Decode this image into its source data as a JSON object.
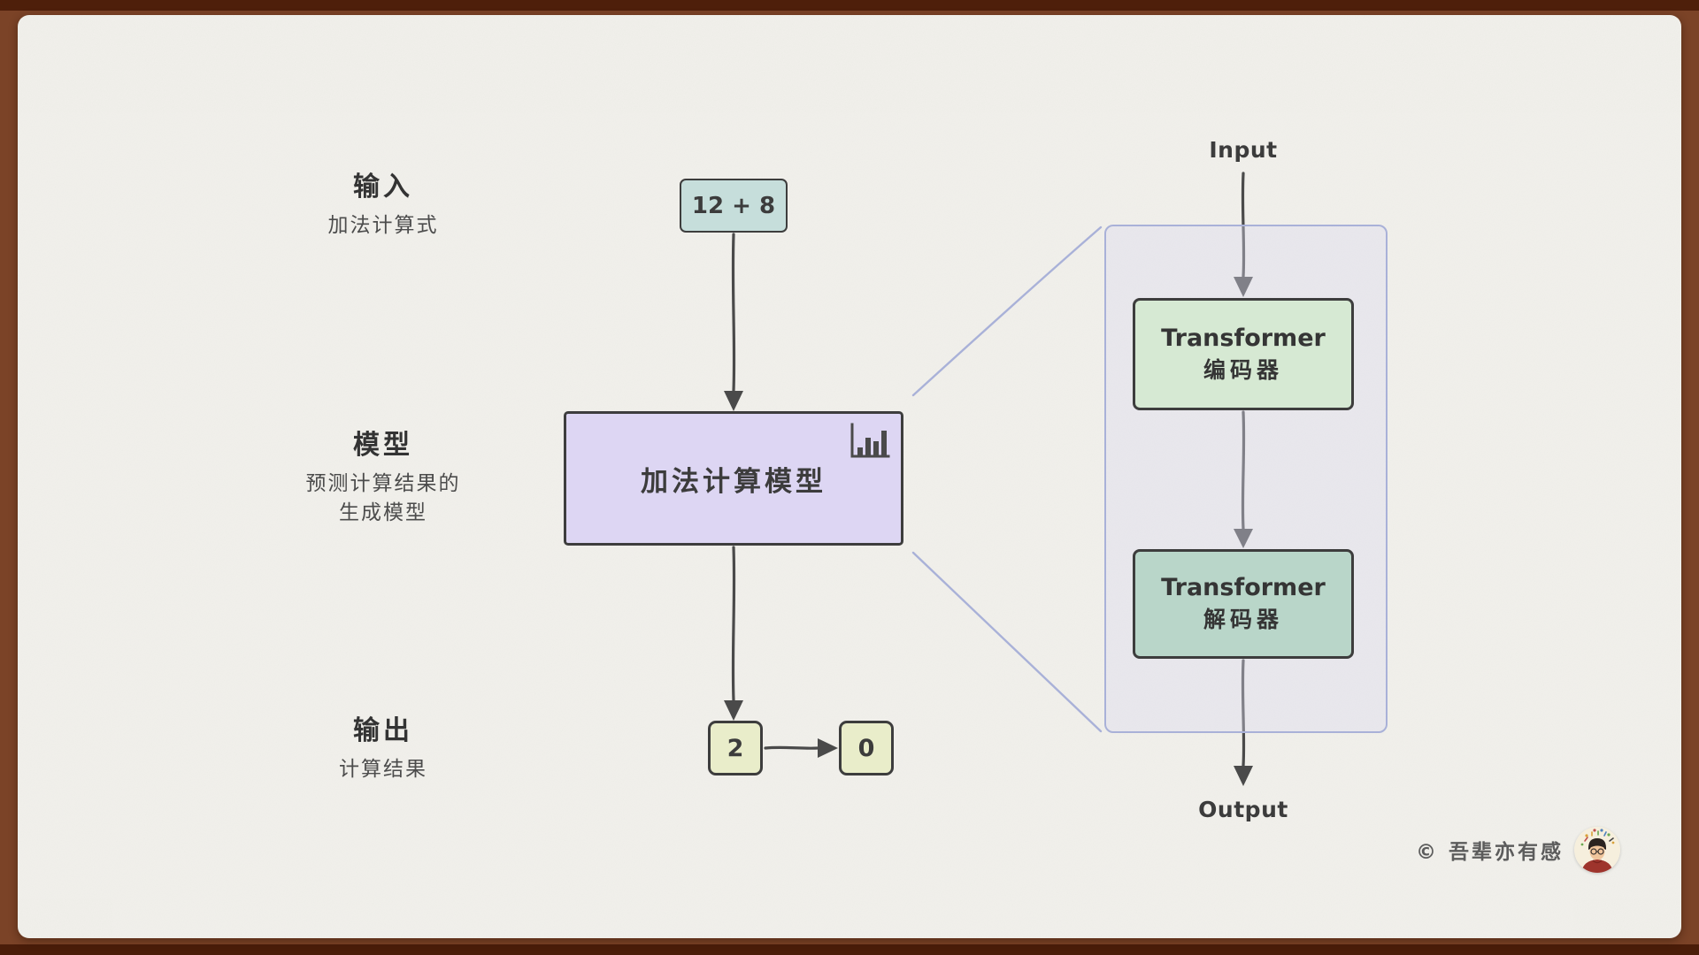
{
  "row_labels": {
    "input": {
      "title": "输入",
      "subtitle": "加法计算式"
    },
    "model": {
      "title": "模型",
      "subtitle_line1": "预测计算结果的",
      "subtitle_line2": "生成模型"
    },
    "output": {
      "title": "输出",
      "subtitle": "计算结果"
    }
  },
  "pipeline": {
    "input_box_label": "12 + 8",
    "model_box_label": "加法计算模型",
    "output_token_1": "2",
    "output_token_2": "0"
  },
  "detail_panel": {
    "input_label": "Input",
    "encoder": {
      "line1": "Transformer",
      "line2": "编码器"
    },
    "decoder": {
      "line1": "Transformer",
      "line2": "解码器"
    },
    "output_label": "Output"
  },
  "watermark": {
    "copyright": "© 吾辈亦有感"
  },
  "icons": [
    "bar-chart-icon",
    "author-avatar"
  ],
  "colors": {
    "frame_brown": "#7b4327",
    "frame_brown_dark": "#4e1f0a",
    "paper": "#f1f0eb",
    "input_box_fill": "#c6dedb",
    "model_box_fill": "#ddd6f3",
    "output_token_fill": "#e9edca",
    "encoder_fill": "#d6e9d3",
    "decoder_fill": "#b9d6c9",
    "detail_panel_stroke": "#a9b1d8",
    "detail_panel_fill": "rgba(219,219,238,0.38)",
    "box_stroke": "#3d3d3d",
    "arrow": "#4a4a4a",
    "text_primary": "#333333",
    "text_secondary": "#4c4c4c",
    "watermark_text": "#5c5c5c"
  }
}
